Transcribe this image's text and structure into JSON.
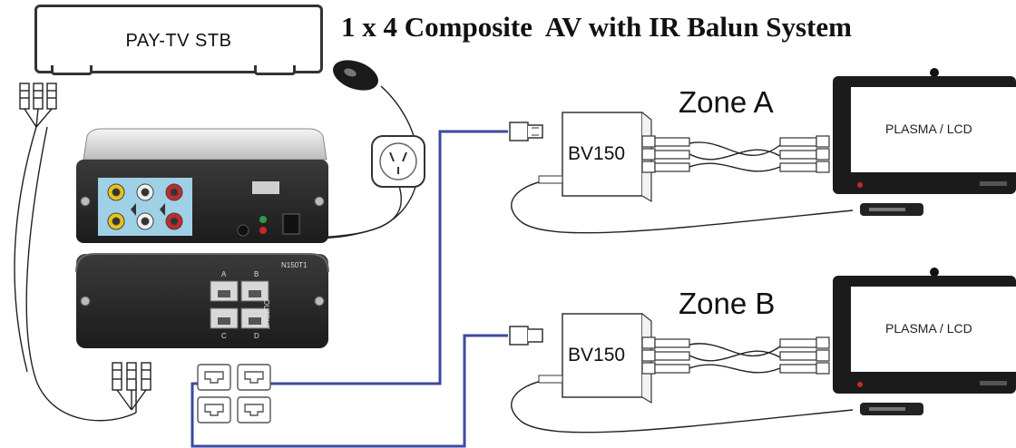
{
  "title": "1 x 4 Composite  AV with IR Balun System",
  "source": {
    "label": "PAY-TV STB"
  },
  "receivers": {
    "label": "BV150"
  },
  "zones": [
    {
      "label": "Zone A",
      "display": "PLASMA / LCD"
    },
    {
      "label": "Zone B",
      "display": "PLASMA / LCD"
    }
  ],
  "hub": {
    "model": "N150T1",
    "port_labels": [
      "A",
      "B",
      "C",
      "D"
    ],
    "output_label": "OUTPUT"
  },
  "colors": {
    "cat5_cable": "#3b4aa0",
    "device_body": "#2b2b2b",
    "av_yellow": "#e8c21a",
    "av_red": "#c8282a",
    "panel_blue": "#9fd0e6"
  }
}
